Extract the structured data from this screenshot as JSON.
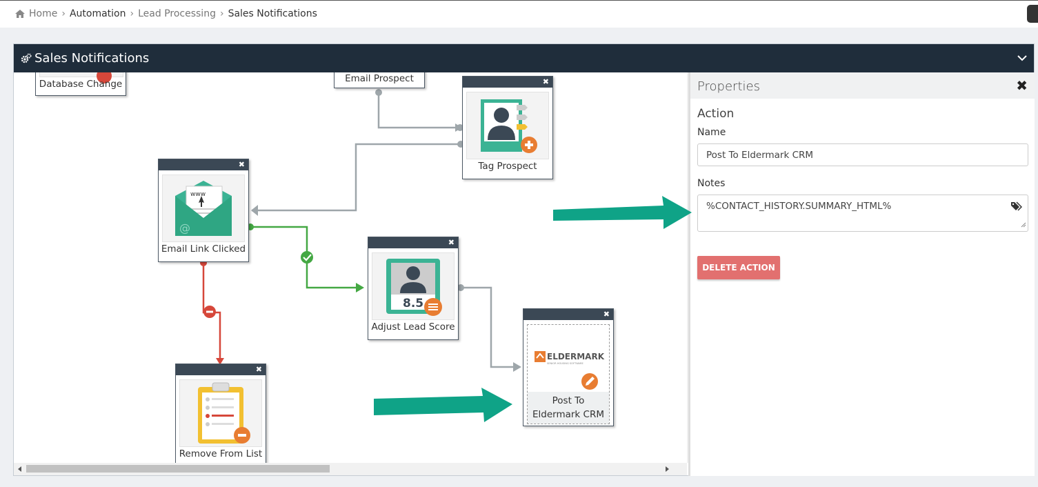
{
  "breadcrumb": {
    "home": "Home",
    "items": [
      "Automation",
      "Lead Processing",
      "Sales Notifications"
    ]
  },
  "panel": {
    "title": "Sales Notifications"
  },
  "nodes": {
    "database_change": "Database Change",
    "email_prospect": "Email Prospect",
    "tag_prospect": "Tag Prospect",
    "email_link_clicked": "Email Link Clicked",
    "adjust_lead_score": "Adjust Lead Score",
    "post_to_crm_line1": "Post To",
    "post_to_crm_line2": "Eldermark CRM",
    "remove_from_list": "Remove From List",
    "close_glyph": "✖",
    "score_value": "8.5",
    "email_www": "www",
    "email_at": "@",
    "eldermark_logo": "ELDERMARK",
    "eldermark_tagline": "SENIOR HOUSING SOFTWARE"
  },
  "properties": {
    "title": "Properties",
    "close_glyph": "✖",
    "section": "Action",
    "name_label": "Name",
    "name_value": "Post To Eldermark CRM",
    "notes_label": "Notes",
    "notes_value": "%CONTACT_HISTORY.SUMMARY_HTML%",
    "delete_label": "DELETE ACTION"
  },
  "colors": {
    "header_bg": "#1f2d3b",
    "node_head": "#3b4855",
    "teal": "#3bb394",
    "orange": "#e87d32",
    "green_link": "#44a843",
    "red_link": "#d6473a",
    "gray_link": "#9ea6aa",
    "delete_button": "#e2706f",
    "annotation_arrow": "#0fa387"
  }
}
